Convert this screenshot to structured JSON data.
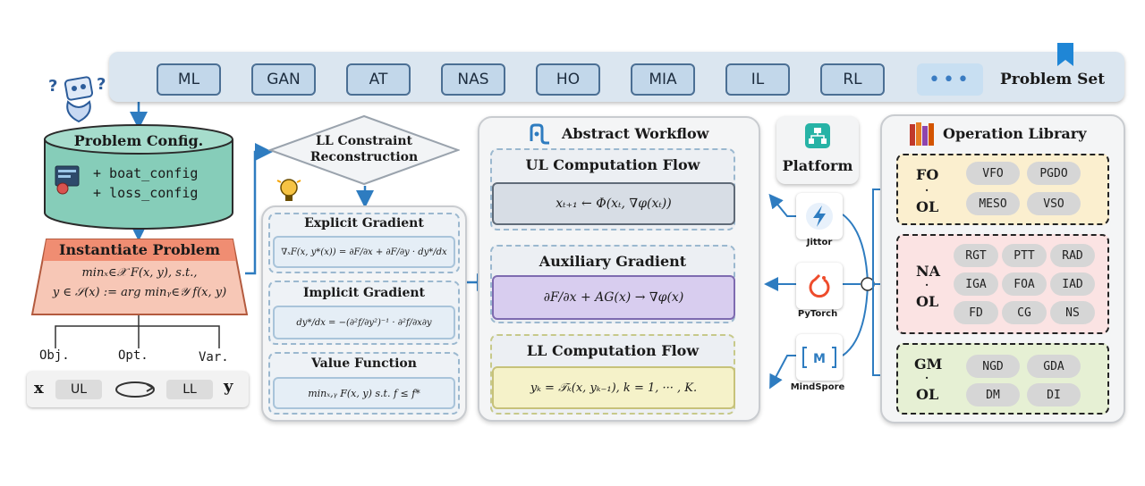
{
  "problem_set": {
    "items": [
      "ML",
      "GAN",
      "AT",
      "NAS",
      "HO",
      "MIA",
      "IL",
      "RL"
    ],
    "more": "•••",
    "title": "Problem Set"
  },
  "problem_config": {
    "title": "Problem Config.",
    "line1": "+ boat_config",
    "line2": "+ loss_config"
  },
  "instantiate": {
    "title": "Instantiate Problem",
    "line1": "minₓ∈𝒳 F(x, y), s.t.,",
    "line2": "y ∈ 𝒮(x) := arg minᵧ∈𝒴 f(x, y)"
  },
  "vars": {
    "obj": "Obj.",
    "opt": "Opt.",
    "var": "Var.",
    "x": "x",
    "ul": "UL",
    "ll": "LL",
    "y": "y"
  },
  "constraint": {
    "line1": "LL Constraint",
    "line2": "Reconstruction"
  },
  "gradients": {
    "explicit_title": "Explicit Gradient",
    "explicit_eq": "∇ₓF(x, y*(x)) = ∂F/∂x + ∂F/∂y · dy*/dx",
    "implicit_title": "Implicit Gradient",
    "implicit_eq": "dy*/dx = −(∂²f/∂y²)⁻¹ · ∂²f/∂x∂y",
    "value_title": "Value Function",
    "value_eq": "minₓ,ᵧ F(x, y) s.t. f ≤ f*"
  },
  "workflow": {
    "title": "Abstract Workflow",
    "ul_title": "UL Computation Flow",
    "ul_eq": "xₜ₊₁ ← Φ(xₜ, ∇φ(xₜ))",
    "aux_title": "Auxiliary Gradient",
    "aux_eq": "∂F/∂x + AG(x) → ∇φ(x)",
    "ll_title": "LL Computation Flow",
    "ll_eq": "yₖ = 𝒯ₖ(x, yₖ₋₁), k = 1, ··· , K."
  },
  "platform": {
    "title": "Platform",
    "engines": [
      "Jittor",
      "PyTorch",
      "MindSpore"
    ]
  },
  "operation_library": {
    "title": "Operation Library",
    "groups": [
      {
        "label_top": "FO",
        "label_bottom": "OL",
        "items": [
          "VFO",
          "PGDO",
          "MESO",
          "VSO"
        ]
      },
      {
        "label_top": "NA",
        "label_bottom": "OL",
        "items": [
          "RGT",
          "PTT",
          "RAD",
          "IGA",
          "FOA",
          "IAD",
          "FD",
          "CG",
          "NS"
        ]
      },
      {
        "label_top": "GM",
        "label_bottom": "OL",
        "items": [
          "NGD",
          "GDA",
          "DM",
          "DI"
        ]
      }
    ]
  },
  "colors": {
    "problem_config_fill": "#86cdb9",
    "instantiate_header": "#f08d72",
    "instantiate_body": "#f7c7b6",
    "ul_eq_fill": "#d7dde5",
    "aux_eq_fill": "#d8cdef",
    "ll_eq_fill": "#f5f2c9",
    "fo_group": "#fbefcf",
    "na_group": "#fbe3e3",
    "gm_group": "#e6f0d4",
    "arrow": "#2e7cc0"
  }
}
